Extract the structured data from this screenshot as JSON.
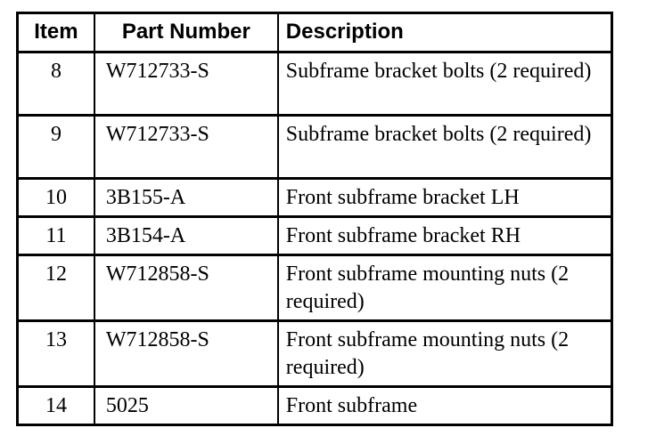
{
  "table": {
    "columns": [
      {
        "label": "Item"
      },
      {
        "label": "Part Number"
      },
      {
        "label": "Description"
      }
    ],
    "rows": [
      {
        "item": "8",
        "part_number": "W712733-S",
        "description": "Subframe bracket bolts (2 required)"
      },
      {
        "item": "9",
        "part_number": "W712733-S",
        "description": "Subframe bracket bolts (2 required)"
      },
      {
        "item": "10",
        "part_number": "3B155-A",
        "description": "Front subframe bracket LH"
      },
      {
        "item": "11",
        "part_number": "3B154-A",
        "description": "Front subframe bracket RH"
      },
      {
        "item": "12",
        "part_number": "W712858-S",
        "description": "Front subframe mounting nuts (2 required)"
      },
      {
        "item": "13",
        "part_number": "W712858-S",
        "description": "Front subframe mounting nuts (2 required)"
      },
      {
        "item": "14",
        "part_number": "5025",
        "description": "Front subframe"
      }
    ],
    "colors": {
      "border": "#000000",
      "text": "#000000",
      "background": "#ffffff"
    }
  }
}
